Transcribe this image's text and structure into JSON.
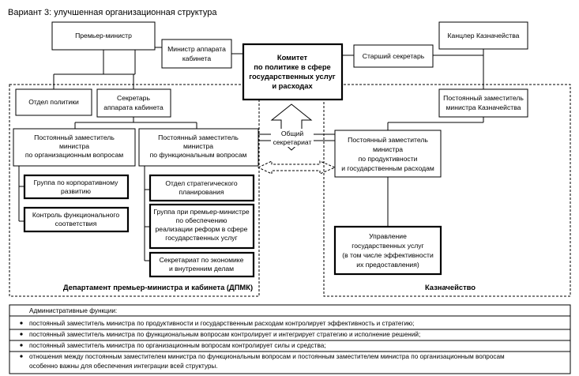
{
  "title": "Вариант 3: улучшенная организационная структура",
  "boxes": {
    "prime_minister": [
      "Премьер-министр"
    ],
    "cabinet_minister": [
      "Министр аппарата",
      "кабинета"
    ],
    "committee": [
      "Комитет",
      "по политике в сфере",
      "государственных услуг",
      "и расходах"
    ],
    "chancellor": [
      "Канцлер Казначейства"
    ],
    "senior_secretary": [
      "Старший секретарь"
    ],
    "policy_dept": [
      "Отдел политики"
    ],
    "cabinet_secretary": [
      "Секретарь",
      "аппарата кабинета"
    ],
    "treasury_deputy": [
      "Постоянный заместитель",
      "министра Казначейства"
    ],
    "deputy_org": [
      "Постоянный заместитель",
      "министра",
      "по организационным вопросам"
    ],
    "deputy_func": [
      "Постоянный заместитель",
      "министра",
      "по функциональным вопросам"
    ],
    "deputy_products": [
      "Постоянный заместитель",
      "министра",
      "по продуктивности",
      "и государственным расходам"
    ],
    "corp_dev": [
      "Группа по корпоративному",
      "развитию"
    ],
    "func_control": [
      "Контроль функционального",
      "соответствия"
    ],
    "strategic_planning": [
      "Отдел стратегического",
      "планирования"
    ],
    "reform_group": [
      "Группа при премьер-министре",
      "по обеспечению",
      "реализации реформ в сфере",
      "государственных услуг"
    ],
    "econ_secretariat": [
      "Секретариат по экономике",
      "и внутренним делам"
    ],
    "service_management": [
      "Управление",
      "государственных услуг",
      "(в том числе эффективности",
      "их предоставления)"
    ]
  },
  "common_secretariat": [
    "Общий",
    "секретариат"
  ],
  "dept_label": "Департамент премьер-министра и кабинета (ДПМК)",
  "treasury_label": "Казначейство",
  "admin": {
    "header": "Административные функции:",
    "items": [
      [
        "постоянный заместитель министра по продуктивности и государственным расходам контролирует эффективность и стратегию;"
      ],
      [
        "постоянный заместитель министра по функциональным вопросам контролирует и интегрирует стратегию и исполнение решений;"
      ],
      [
        "постоянный заместитель министра по организационным вопросам контролирует силы и средства;"
      ],
      [
        "отношения между постоянным заместителем министра по функциональным вопросам и постоянным заместителем министра по организационным вопросам",
        "особенно важны для обеспечения интеграции всей структуры."
      ]
    ]
  }
}
